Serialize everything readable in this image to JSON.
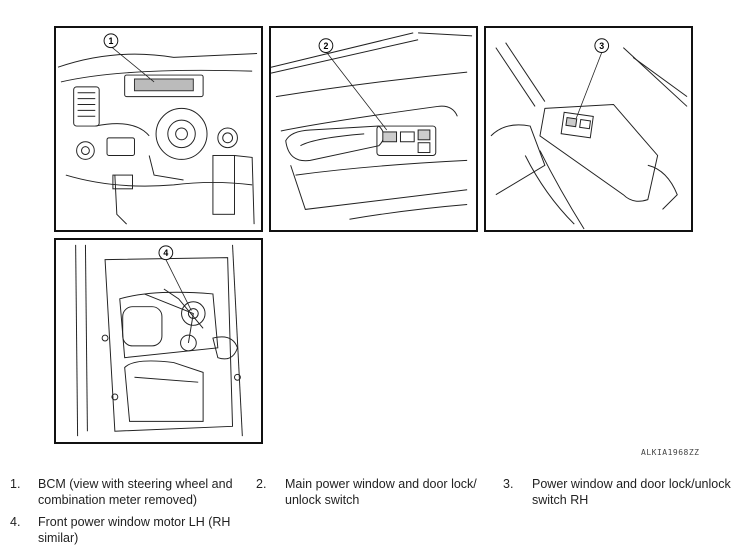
{
  "callouts": [
    "1",
    "2",
    "3",
    "4"
  ],
  "figure_code": "ALKIA1968ZZ",
  "legend": [
    {
      "num": "1.",
      "text_line1": "BCM (view with steering wheel and",
      "text_line2": "combination meter removed)"
    },
    {
      "num": "2.",
      "text_line1": "Main power window and door lock/",
      "text_line2": "unlock switch"
    },
    {
      "num": "3.",
      "text_line1": "Power window and door lock/unlock",
      "text_line2": "switch RH"
    },
    {
      "num": "4.",
      "text_line1": "Front power window motor LH (RH",
      "text_line2": "similar)"
    }
  ]
}
